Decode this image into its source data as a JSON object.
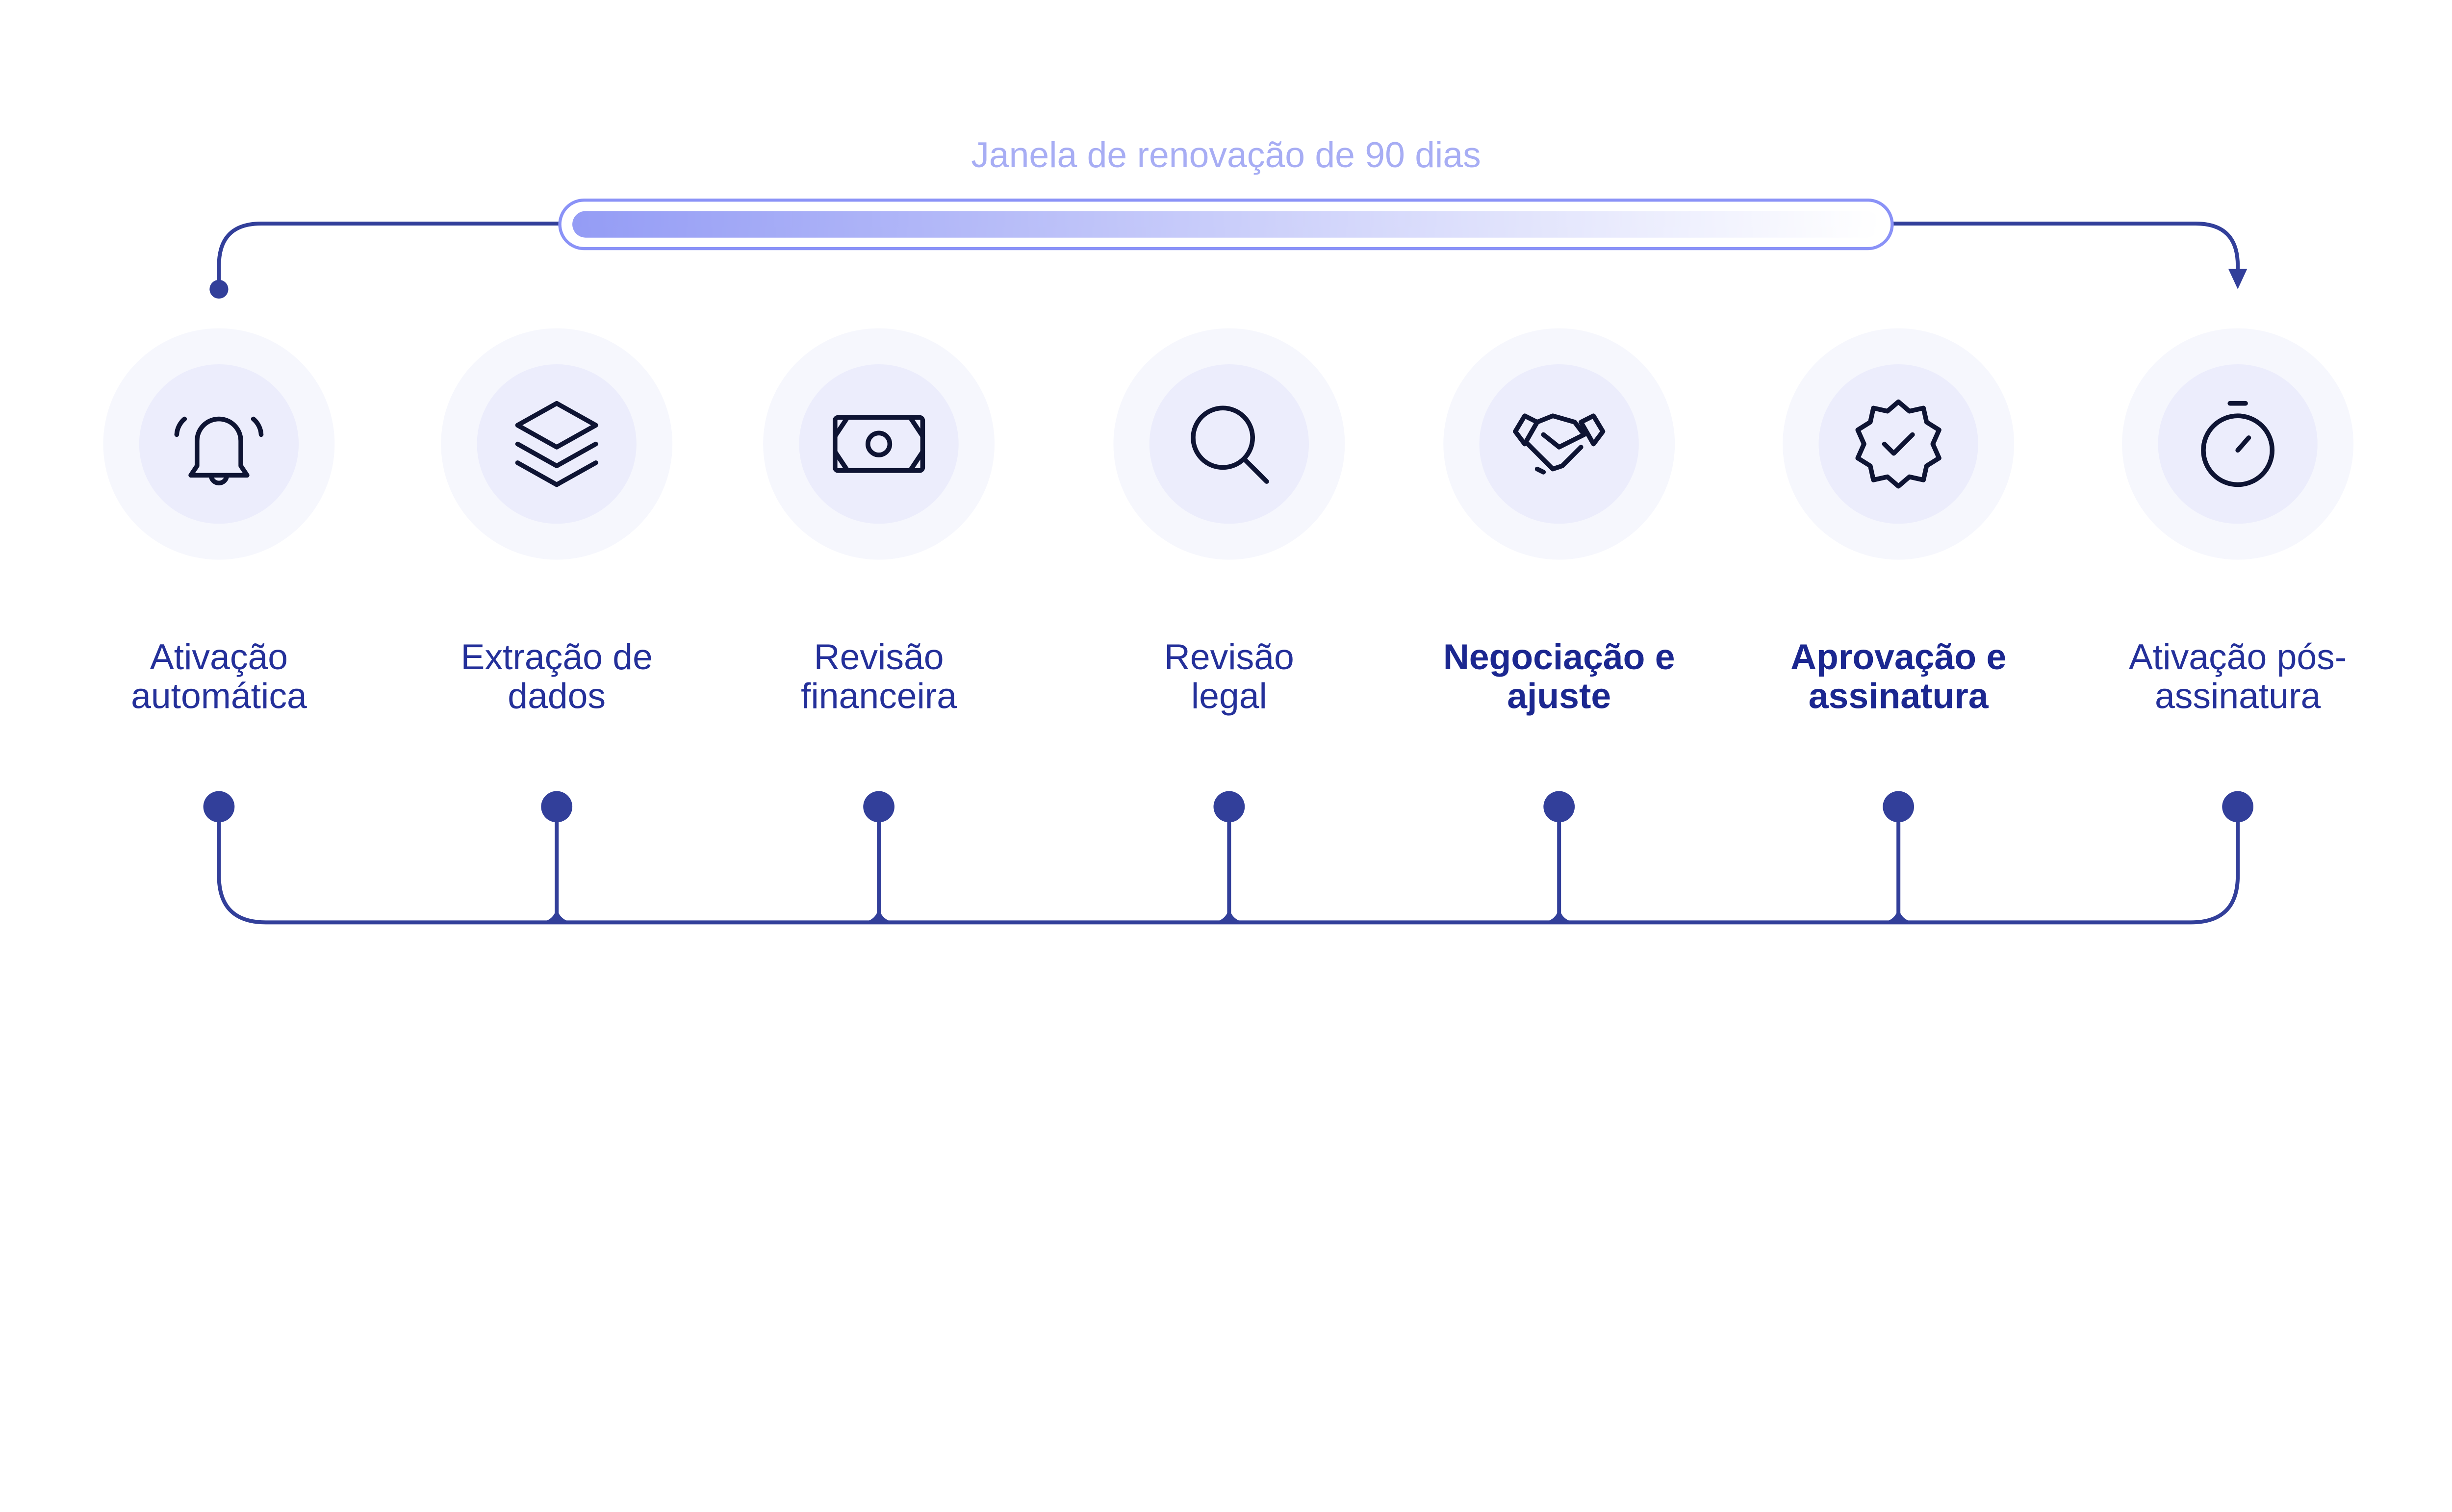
{
  "header": {
    "title": "Janela de renovação de 90 dias"
  },
  "colors": {
    "line": "#323f9a",
    "icon": "#0e1433",
    "label": "#24309a",
    "bar_start": "#949cf5",
    "bar_end": "#ffffff",
    "bar_border": "#8a92f7"
  },
  "steps": [
    {
      "icon": "bell-icon",
      "line1": "Ativação",
      "line2": "automática",
      "bold": false
    },
    {
      "icon": "layers-icon",
      "line1": "Extração de",
      "line2": "dados",
      "bold": false
    },
    {
      "icon": "banknote-icon",
      "line1": "Revisão",
      "line2": "financeira",
      "bold": false
    },
    {
      "icon": "search-icon",
      "line1": "Revisão",
      "line2": "legal",
      "bold": false
    },
    {
      "icon": "handshake-icon",
      "line1": "Negociação e",
      "line2": "ajuste",
      "bold": true
    },
    {
      "icon": "badge-check-icon",
      "line1": "Aprovação e",
      "line2": "assinatura",
      "bold": true
    },
    {
      "icon": "stopwatch-icon",
      "line1": "Ativação pós-",
      "line2": "assinatura",
      "bold": false
    }
  ]
}
